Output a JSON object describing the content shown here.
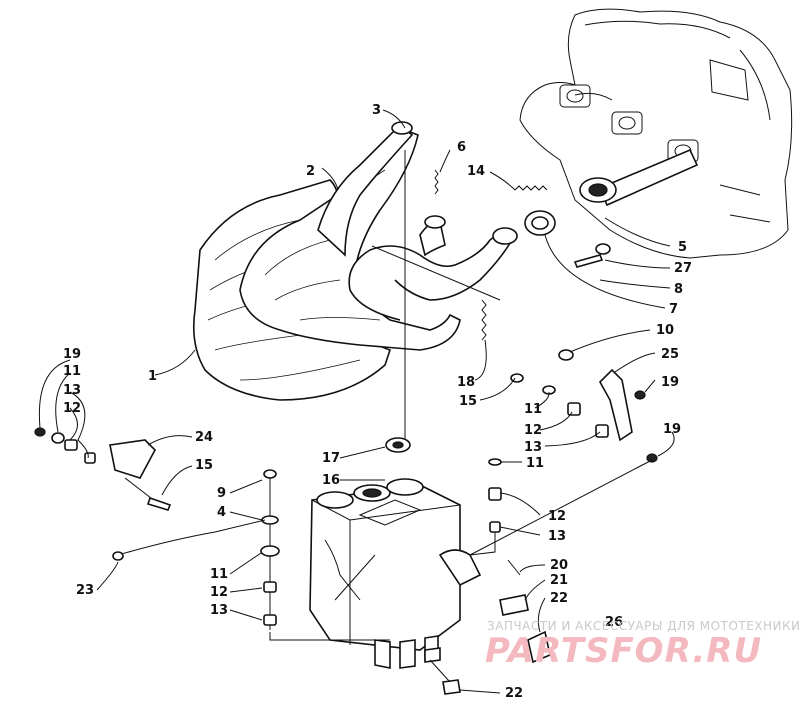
{
  "diagram": {
    "callouts": [
      {
        "id": "c1",
        "label": "1"
      },
      {
        "id": "c2",
        "label": "2"
      },
      {
        "id": "c3",
        "label": "3"
      },
      {
        "id": "c6",
        "label": "6"
      },
      {
        "id": "c14",
        "label": "14"
      },
      {
        "id": "c5",
        "label": "5"
      },
      {
        "id": "c27",
        "label": "27"
      },
      {
        "id": "c8",
        "label": "8"
      },
      {
        "id": "c7",
        "label": "7"
      },
      {
        "id": "c10",
        "label": "10"
      },
      {
        "id": "c25",
        "label": "25"
      },
      {
        "id": "c19a",
        "label": "19"
      },
      {
        "id": "c19b",
        "label": "19"
      },
      {
        "id": "c19c",
        "label": "19"
      },
      {
        "id": "c11a",
        "label": "11"
      },
      {
        "id": "c13a",
        "label": "13"
      },
      {
        "id": "c12a",
        "label": "12"
      },
      {
        "id": "c24",
        "label": "24"
      },
      {
        "id": "c15a",
        "label": "15"
      },
      {
        "id": "c18",
        "label": "18"
      },
      {
        "id": "c15b",
        "label": "15"
      },
      {
        "id": "c11b",
        "label": "11"
      },
      {
        "id": "c12b",
        "label": "12"
      },
      {
        "id": "c13b",
        "label": "13"
      },
      {
        "id": "c17",
        "label": "17"
      },
      {
        "id": "c16",
        "label": "16"
      },
      {
        "id": "c11c",
        "label": "11"
      },
      {
        "id": "c9",
        "label": "9"
      },
      {
        "id": "c4",
        "label": "4"
      },
      {
        "id": "c12c",
        "label": "12"
      },
      {
        "id": "c13c",
        "label": "13"
      },
      {
        "id": "c23",
        "label": "23"
      },
      {
        "id": "c11d",
        "label": "11"
      },
      {
        "id": "c12d",
        "label": "12"
      },
      {
        "id": "c13d",
        "label": "13"
      },
      {
        "id": "c20",
        "label": "20"
      },
      {
        "id": "c21",
        "label": "21"
      },
      {
        "id": "c22a",
        "label": "22"
      },
      {
        "id": "c26",
        "label": "26"
      },
      {
        "id": "c22b",
        "label": "22"
      }
    ]
  },
  "watermark": {
    "caption": "ЗАПЧАСТИ И АКСЕССУАРЫ ДЛЯ МОТОТЕХНИКИ",
    "logo": "PARTSFOR.RU"
  }
}
